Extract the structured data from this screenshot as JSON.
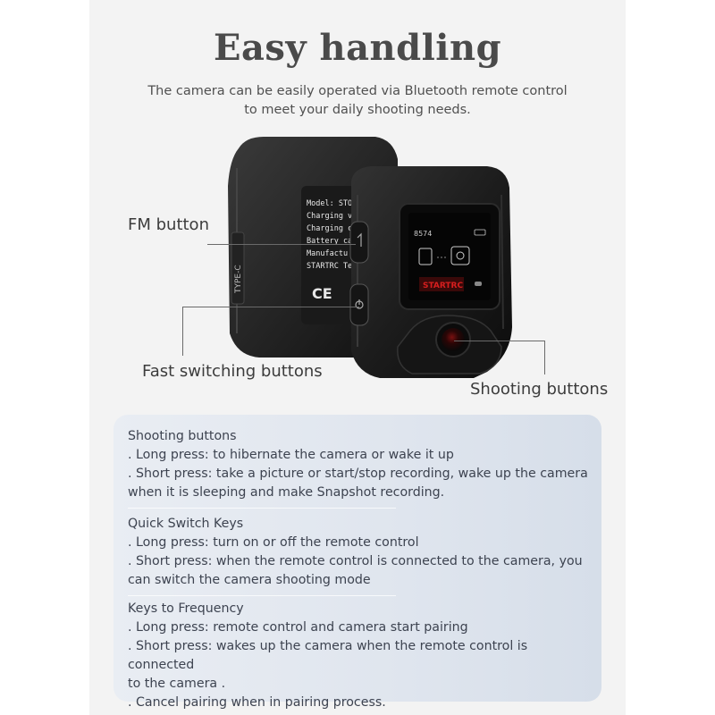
{
  "header": {
    "title": "Easy handling",
    "subtitle_line1": "The camera can be easily operated via Bluetooth remote control",
    "subtitle_line2": "to meet your daily shooting needs."
  },
  "device": {
    "label_lines": [
      "Model: STO",
      "Charging v",
      "Charging c",
      "Battery ca",
      "Manufactu",
      "STARTRC Te"
    ],
    "side_port": "TYPE-C",
    "screen_number": "8574",
    "brand": "STARTRC",
    "ce_mark": "CE"
  },
  "callouts": {
    "fm": "FM button",
    "fast": "Fast switching buttons",
    "shooting": "Shooting buttons"
  },
  "sections": [
    {
      "heading": "Shooting buttons",
      "lines": [
        ". Long press: to hibernate the camera or wake it up",
        ". Short press: take a picture or start/stop recording, wake up the camera",
        "when it is sleeping and make Snapshot recording."
      ]
    },
    {
      "heading": "Quick Switch Keys",
      "lines": [
        ". Long press: turn on or off the remote control",
        ". Short press: when the remote control is connected to the camera, you",
        "can switch the camera shooting mode"
      ]
    },
    {
      "heading": "Keys to Frequency",
      "lines": [
        ". Long press: remote control and camera start pairing",
        ". Short press: wakes up the camera when the remote control is connected",
        "to the camera .",
        ". Cancel pairing when in pairing process."
      ]
    }
  ]
}
